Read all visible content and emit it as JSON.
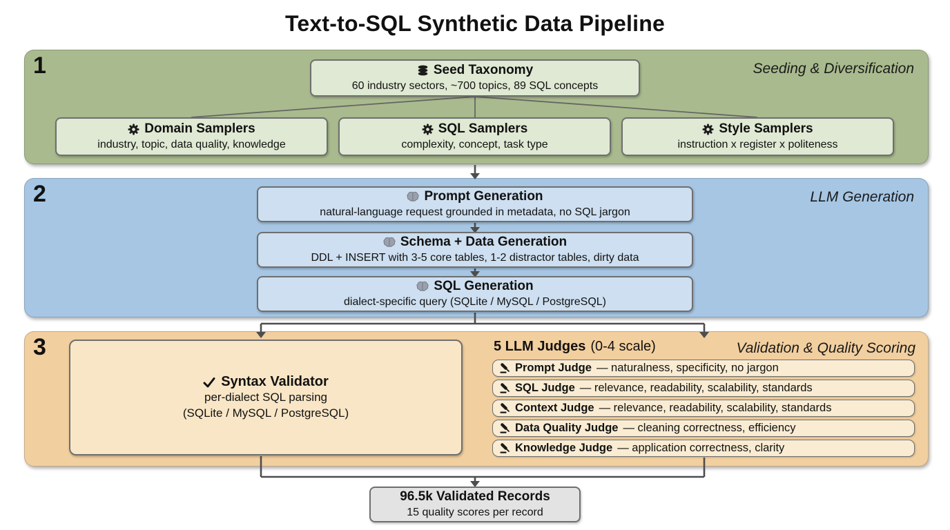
{
  "title": "Text-to-SQL Synthetic Data Pipeline",
  "colors": {
    "stage1_band": "#a9bb8e",
    "stage1_box": "#dfe9d3",
    "stage2_band": "#a6c6e4",
    "stage2_box": "#cddff0",
    "stage3_band": "#f2cf9f",
    "stage3_box": "#f8e6c6",
    "judge_row_bg": "#f9ecd2",
    "records_box": "#e3e3e3",
    "box_border": "#6f6f6f",
    "connector": "#4d4d4d"
  },
  "stage1": {
    "number": "1",
    "label": "Seeding & Diversification",
    "seed": {
      "icon": "database-icon",
      "title": "Seed Taxonomy",
      "subtitle": "60 industry sectors, ~700 topics, 89 SQL concepts"
    },
    "samplers": [
      {
        "icon": "gear-icon",
        "title": "Domain Samplers",
        "subtitle": "industry, topic, data quality, knowledge"
      },
      {
        "icon": "gear-icon",
        "title": "SQL Samplers",
        "subtitle": "complexity, concept, task type"
      },
      {
        "icon": "gear-icon",
        "title": "Style Samplers",
        "subtitle": "instruction x register x politeness"
      }
    ]
  },
  "stage2": {
    "number": "2",
    "label": "LLM Generation",
    "steps": [
      {
        "icon": "brain-icon",
        "title": "Prompt Generation",
        "subtitle": "natural-language request grounded in metadata, no SQL jargon"
      },
      {
        "icon": "brain-icon",
        "title": "Schema + Data Generation",
        "subtitle": "DDL + INSERT with 3-5 core tables, 1-2 distractor tables, dirty data"
      },
      {
        "icon": "brain-icon",
        "title": "SQL Generation",
        "subtitle": "dialect-specific query (SQLite / MySQL / PostgreSQL)"
      }
    ]
  },
  "stage3": {
    "number": "3",
    "label": "Validation & Quality Scoring",
    "validator": {
      "icon": "check-icon",
      "title": "Syntax Validator",
      "line1": "per-dialect SQL parsing",
      "line2": "(SQLite / MySQL / PostgreSQL)"
    },
    "judges": {
      "heading_bold": "5 LLM Judges",
      "heading_normal": "(0-4 scale)",
      "rows": [
        {
          "icon": "gavel-icon",
          "name": "Prompt Judge",
          "rest": "— naturalness, specificity, no jargon"
        },
        {
          "icon": "gavel-icon",
          "name": "SQL Judge",
          "rest": "— relevance, readability, scalability, standards"
        },
        {
          "icon": "gavel-icon",
          "name": "Context Judge",
          "rest": "— relevance, readability, scalability, standards"
        },
        {
          "icon": "gavel-icon",
          "name": "Data Quality Judge",
          "rest": "— cleaning correctness, efficiency"
        },
        {
          "icon": "gavel-icon",
          "name": "Knowledge Judge",
          "rest": "— application correctness, clarity"
        }
      ]
    }
  },
  "output": {
    "title": "96.5k Validated Records",
    "subtitle": "15 quality scores per record"
  }
}
